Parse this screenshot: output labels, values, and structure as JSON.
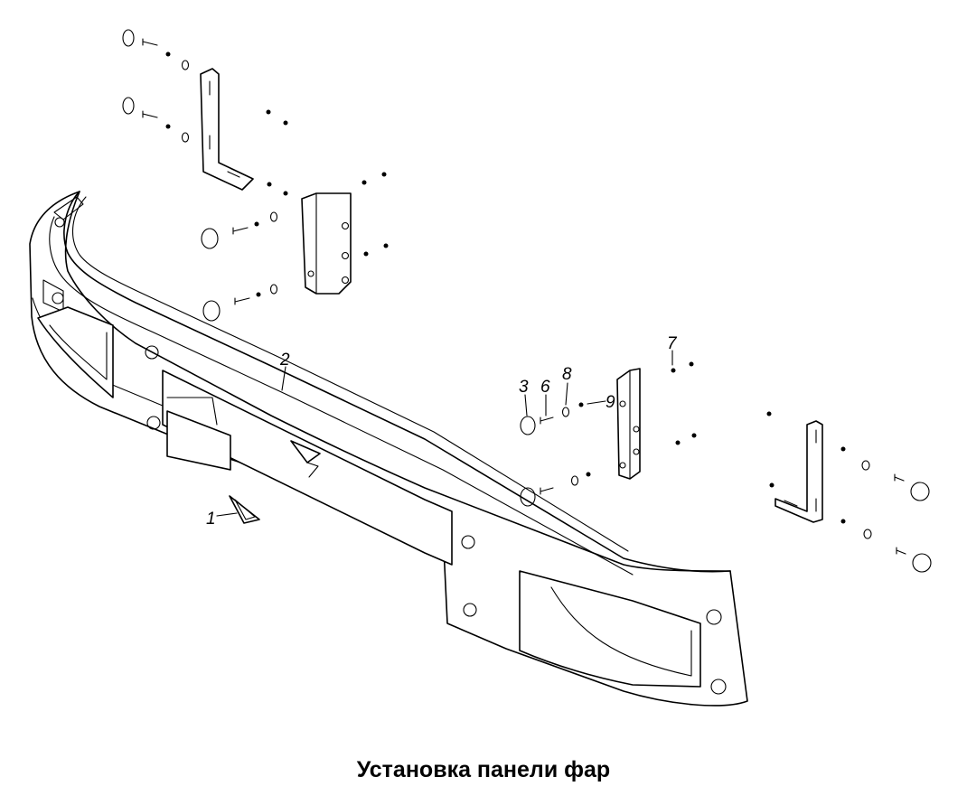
{
  "caption": "Установка панели фар",
  "callouts": {
    "c1": "1",
    "c2": "2",
    "c3": "3",
    "c6": "6",
    "c7": "7",
    "c8": "8",
    "c9": "9"
  }
}
